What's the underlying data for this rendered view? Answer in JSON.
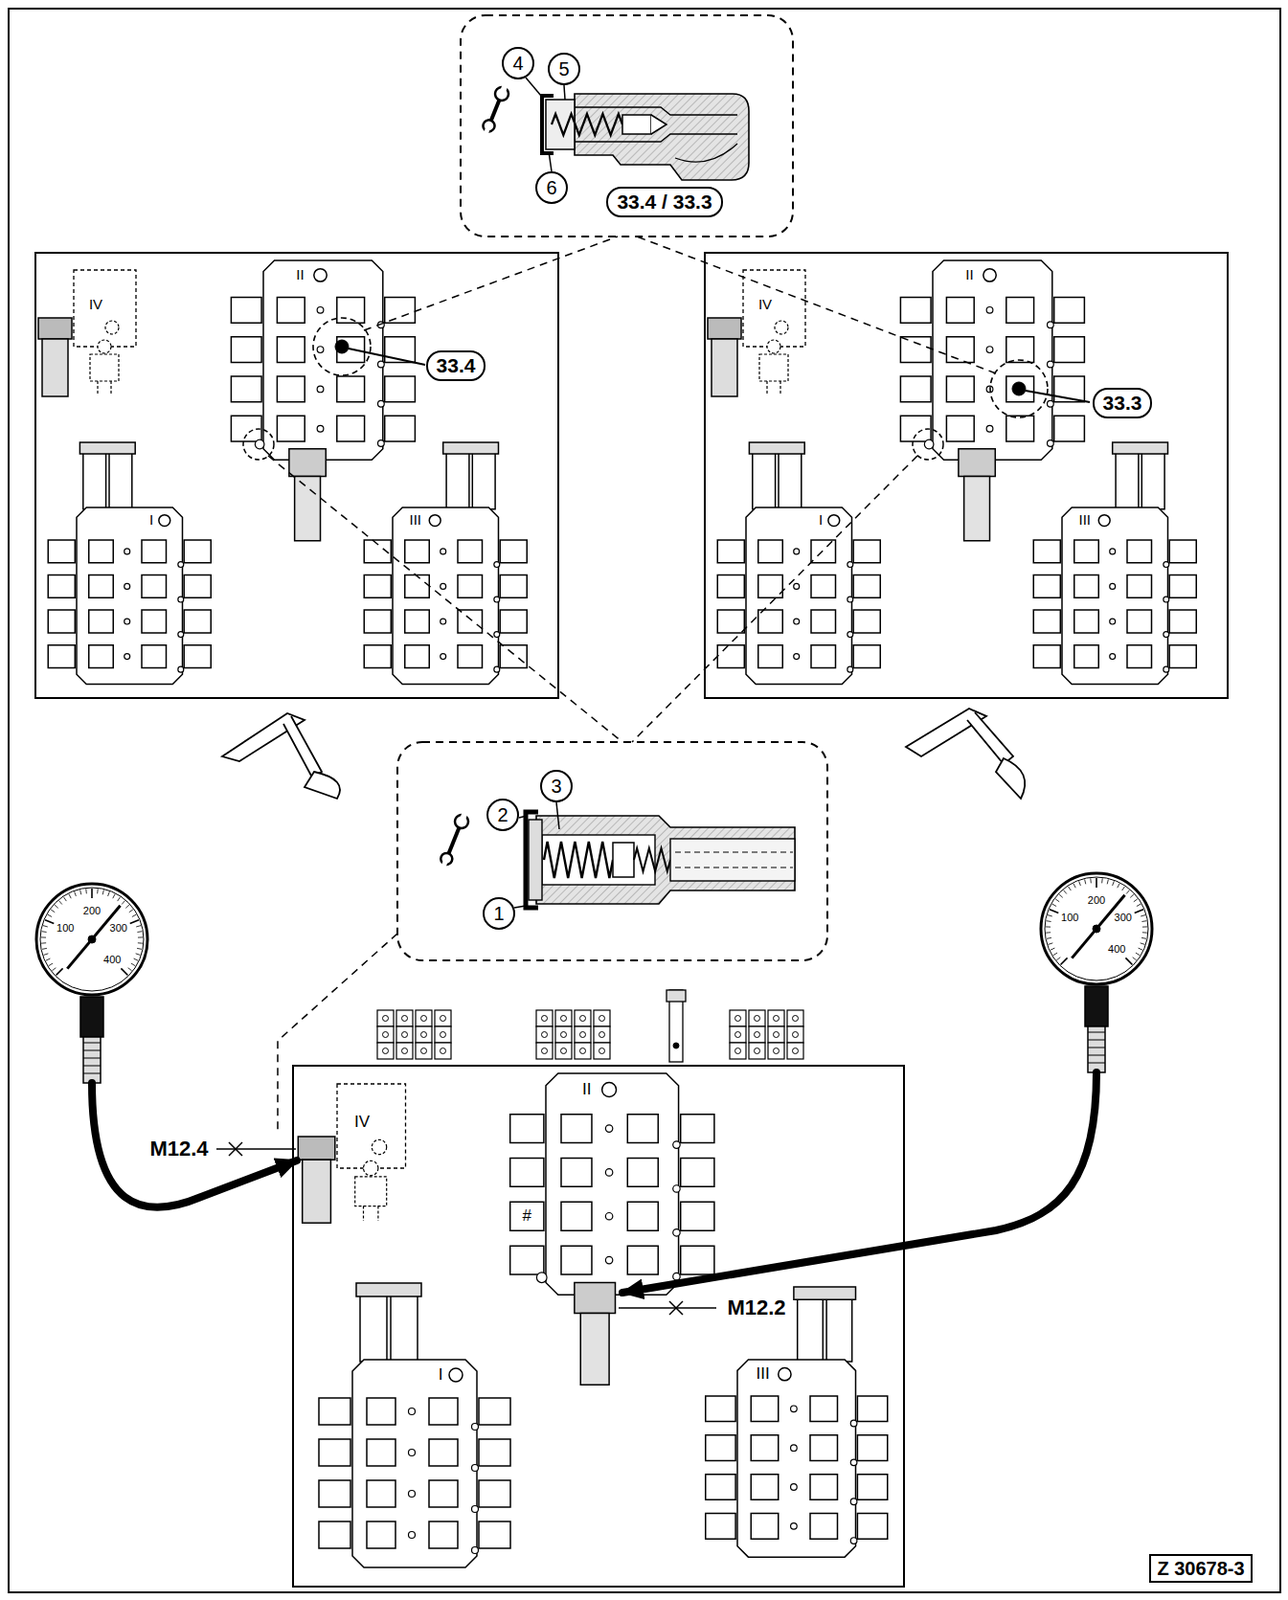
{
  "diagram": {
    "nodes": [
      {
        "text": [
          "4"
        ]
      },
      {
        "text": [
          "5"
        ]
      },
      {
        "text": [
          "6"
        ]
      },
      {
        "text": [
          "33.4 / 33.3"
        ]
      },
      {
        "text": [
          "33.4"
        ]
      },
      {
        "text": [
          "33.3"
        ]
      },
      {
        "text": [
          "3"
        ]
      },
      {
        "text": [
          "2"
        ]
      },
      {
        "text": [
          "1"
        ]
      },
      {
        "text": [
          "Z 30678-3"
        ]
      }
    ],
    "labels": [
      "IV",
      "II",
      "I",
      "III",
      "IV",
      "II",
      "I",
      "III",
      "200",
      "100",
      "300",
      "400",
      "M12.4",
      "IV",
      "II",
      "#",
      "I",
      "III",
      "M12.2",
      "200",
      "100",
      "300",
      "400"
    ]
  }
}
